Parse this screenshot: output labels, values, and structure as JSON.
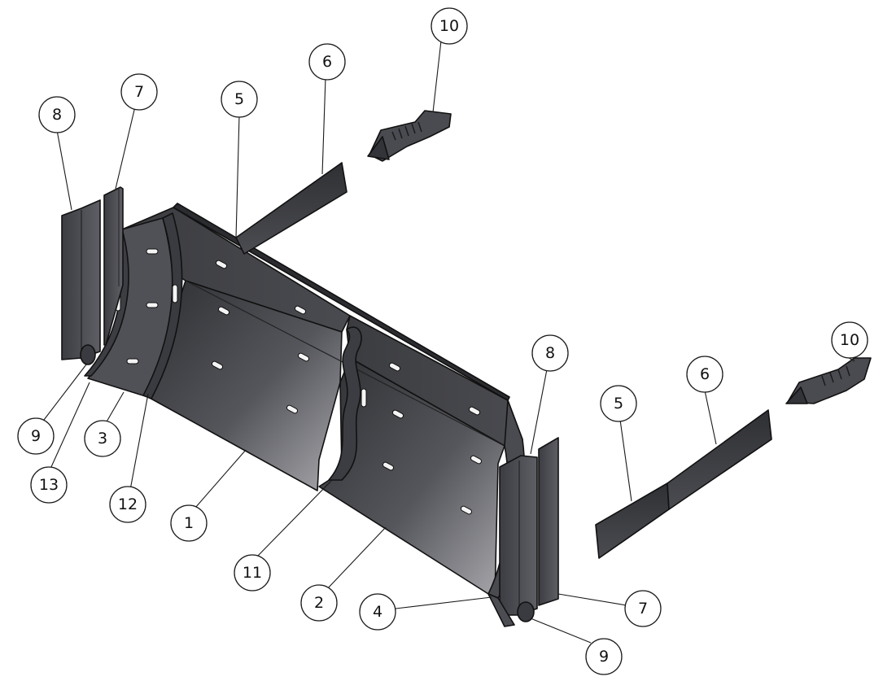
{
  "diagram": {
    "colors": {
      "part_dark": "#3a3b3f",
      "part_mid": "#5c5d62",
      "part_light": "#9a9aa0",
      "outline": "#111111",
      "background": "#ffffff"
    },
    "callouts": [
      {
        "id": "c-10-top",
        "label": "10"
      },
      {
        "id": "c-6-top",
        "label": "6"
      },
      {
        "id": "c-5-top",
        "label": "5"
      },
      {
        "id": "c-7-left",
        "label": "7"
      },
      {
        "id": "c-8-left",
        "label": "8"
      },
      {
        "id": "c-10-right",
        "label": "10"
      },
      {
        "id": "c-8-right",
        "label": "8"
      },
      {
        "id": "c-6-right",
        "label": "6"
      },
      {
        "id": "c-5-right",
        "label": "5"
      },
      {
        "id": "c-9-left",
        "label": "9"
      },
      {
        "id": "c-3",
        "label": "3"
      },
      {
        "id": "c-13",
        "label": "13"
      },
      {
        "id": "c-12",
        "label": "12"
      },
      {
        "id": "c-1",
        "label": "1"
      },
      {
        "id": "c-11",
        "label": "11"
      },
      {
        "id": "c-2",
        "label": "2"
      },
      {
        "id": "c-4",
        "label": "4"
      },
      {
        "id": "c-7-right",
        "label": "7"
      },
      {
        "id": "c-9-right",
        "label": "9"
      }
    ]
  }
}
